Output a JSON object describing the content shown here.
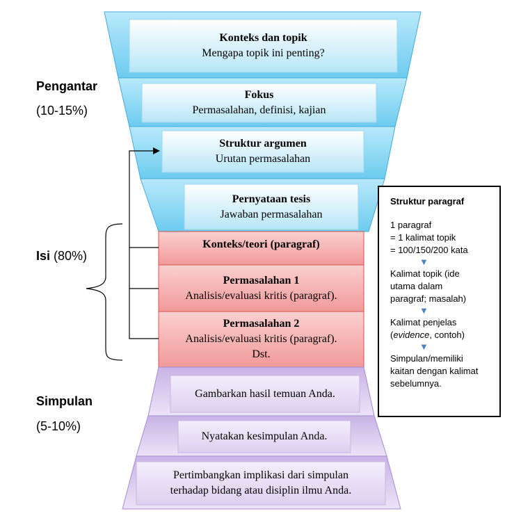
{
  "sections": {
    "pengantar": {
      "label": "Pengantar",
      "pct": "(10-15%)"
    },
    "isi": {
      "label": "Isi",
      "pct": "(80%)"
    },
    "simpulan": {
      "label": "Simpulan",
      "pct": "(5-10%)"
    }
  },
  "intro": [
    {
      "title": "Konteks dan topik",
      "sub": "Mengapa topik ini penting?"
    },
    {
      "title": "Fokus",
      "sub": "Permasalahan, definisi, kajian"
    },
    {
      "title": "Struktur argumen",
      "sub": "Urutan permasalahan"
    },
    {
      "title": "Pernyataan tesis",
      "sub": "Jawaban permasalahan"
    }
  ],
  "body": [
    {
      "title": "Konteks/teori (paragraf)"
    },
    {
      "title": "Permasalahan 1",
      "sub": "Analisis/evaluasi kritis (paragraf)."
    },
    {
      "title": "Permasalahan 2",
      "sub": "Analisis/evaluasi kritis (paragraf).",
      "sub2": "Dst."
    }
  ],
  "conclusion": [
    {
      "text": "Gambarkan hasil temuan Anda."
    },
    {
      "text": "Nyatakan kesimpulan Anda."
    },
    {
      "text": "Pertimbangkan implikasi dari simpulan",
      "text2": "terhadap bidang atau disiplin ilmu Anda."
    }
  ],
  "note": {
    "title": "Struktur paragraf",
    "lines1": [
      "1 paragraf",
      "= 1 kalimat topik",
      "= 100/150/200 kata"
    ],
    "lines2": [
      "Kalimat topik (ide",
      "utama dalam",
      "paragraf; masalah)"
    ],
    "line3a": "Kalimat penjelas",
    "line3b_em": "evidence",
    "line3b_rest": ", contoh)",
    "line3b_open": "(",
    "lines4": [
      "Simpulan/memiliki",
      "kaitan dengan kalimat",
      "sebelumnya."
    ],
    "arrow_glyph": "🡓"
  },
  "colors": {
    "blue": "#a8e0f5",
    "red": "#f7b3b3",
    "purple": "#d4c2ea"
  }
}
